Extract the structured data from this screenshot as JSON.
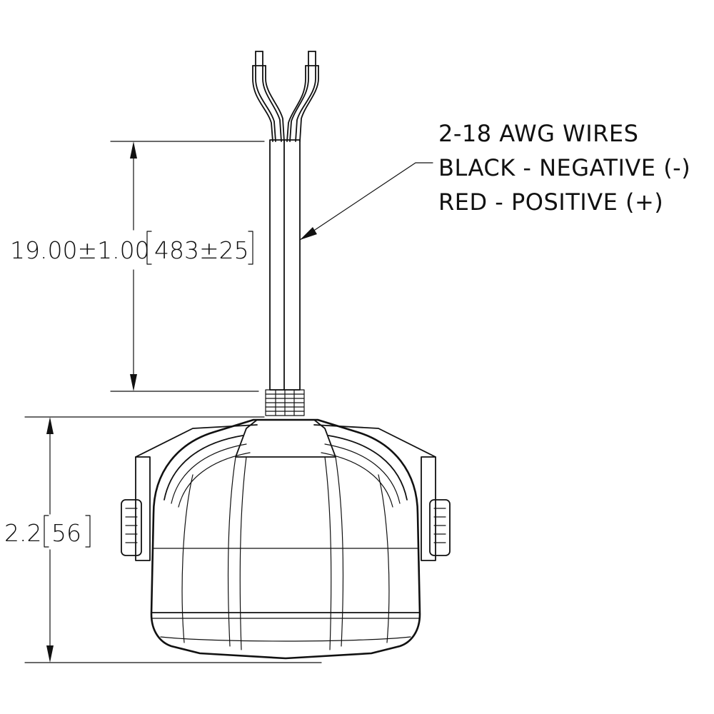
{
  "callout": {
    "line1": "2-18 AWG WIRES",
    "line2": "BLACK - NEGATIVE (-)",
    "line3": "RED - POSITIVE (+)"
  },
  "dimensions": {
    "cable_length": {
      "value": "19.00±1.00",
      "metric": "483±25"
    },
    "body_height": {
      "value": "2.2",
      "metric": "56"
    }
  }
}
